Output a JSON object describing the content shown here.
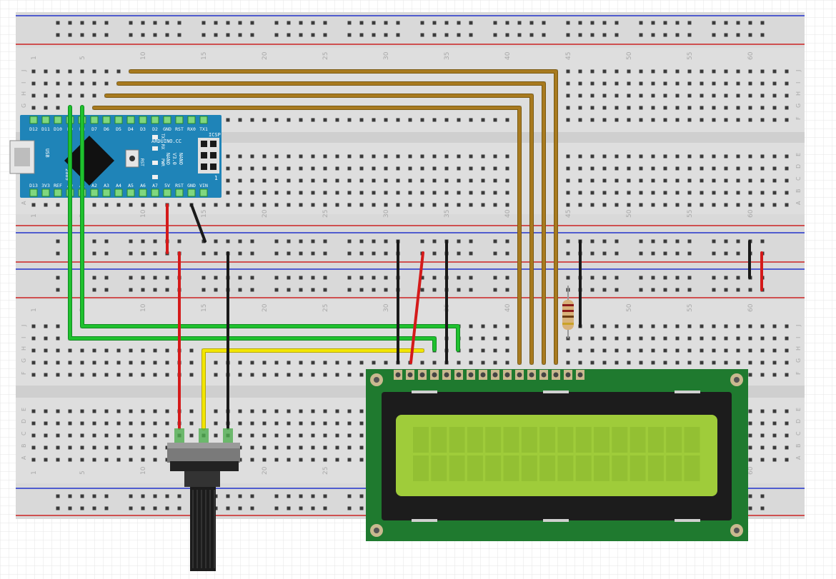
{
  "breadboard": {
    "column_numbers": [
      "1",
      "5",
      "10",
      "15",
      "20",
      "25",
      "30",
      "35",
      "40",
      "45",
      "50",
      "55",
      "60"
    ],
    "row_letters_top": [
      "J",
      "I",
      "H",
      "G",
      "F",
      "E",
      "D",
      "C",
      "B",
      "A"
    ],
    "row_letters_bottom": [
      "J",
      "I",
      "H",
      "G",
      "F",
      "E",
      "D",
      "C",
      "B",
      "A"
    ]
  },
  "arduino": {
    "top_pins": [
      "D12",
      "D11",
      "D10",
      "D9",
      "D8",
      "D7",
      "D6",
      "D5",
      "D4",
      "D3",
      "D2",
      "GND",
      "RST",
      "RX0",
      "TX1"
    ],
    "bottom_pins": [
      "D13",
      "3V3",
      "REF",
      "A0",
      "A1",
      "A2",
      "A3",
      "A4",
      "A5",
      "A6",
      "A7",
      "5V",
      "RST",
      "GND",
      "VIN"
    ],
    "usb_label": "USB",
    "brand": "ARDUINO.CC",
    "model": "NANO",
    "version": "V3.0",
    "icsp": "ICSP",
    "rst": "RST",
    "pwr": "PWR",
    "tx": "TX",
    "rx": "RX",
    "pin1": "1",
    "year": "2009"
  },
  "colors": {
    "board": "#d9d9d9",
    "arduino": "#1f84b8",
    "lcd_pcb": "#1f7a2f",
    "lcd_screen": "#9fcc3a",
    "wire_green": "#1fc12e",
    "wire_brown": "#a87a1f",
    "wire_red": "#d41a1a",
    "wire_black": "#1a1a1a",
    "wire_yellow": "#f2e600",
    "rail_red": "#cc2222",
    "rail_blue": "#2233cc"
  }
}
